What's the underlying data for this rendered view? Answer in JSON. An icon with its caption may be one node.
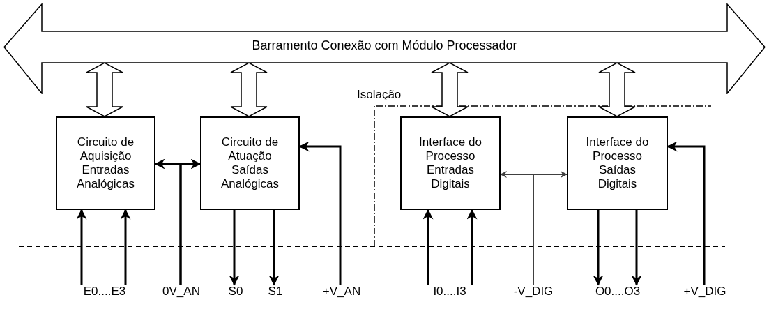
{
  "diagram": {
    "nodes": [
      {
        "text": [
          "Barramento Conexão com Módulo Processador"
        ]
      },
      {
        "text": [
          "Circuito de Aquisição Entradas Analógicas"
        ]
      },
      {
        "text": [
          "Circuito de Atuação Saídas Analógicas"
        ]
      },
      {
        "text": [
          "Interface do Processo Entradas Digitais"
        ]
      },
      {
        "text": [
          "Interface do Processo Saídas Digitais"
        ]
      },
      {
        "text": [
          "E0....E3"
        ]
      },
      {
        "text": [
          "0V_AN"
        ]
      },
      {
        "text": [
          "S0"
        ]
      },
      {
        "text": [
          "S1"
        ]
      },
      {
        "text": [
          "+V_AN"
        ]
      },
      {
        "text": [
          "I0....I3"
        ]
      },
      {
        "text": [
          "-V_DIG"
        ]
      },
      {
        "text": [
          "O0....O3"
        ]
      },
      {
        "text": [
          "+V_DIG"
        ]
      }
    ],
    "edges": [
      {
        "from": 0,
        "to": 1,
        "arrow": "both",
        "style": "thick"
      },
      {
        "from": 0,
        "to": 2,
        "arrow": "both",
        "style": "thick"
      },
      {
        "from": 0,
        "to": 3,
        "arrow": "both",
        "style": "thick"
      },
      {
        "from": 0,
        "to": 4,
        "arrow": "both",
        "style": "thick"
      },
      {
        "from": 5,
        "to": 1,
        "arrow": "to"
      },
      {
        "from": 5,
        "to": 1,
        "arrow": "to"
      },
      {
        "from": 6,
        "to": 1,
        "arrow": "to"
      },
      {
        "from": 6,
        "to": 2,
        "arrow": "to"
      },
      {
        "from": 2,
        "to": 7,
        "arrow": "to"
      },
      {
        "from": 2,
        "to": 8,
        "arrow": "to"
      },
      {
        "from": 9,
        "to": 2,
        "arrow": "to"
      },
      {
        "from": 10,
        "to": 3,
        "arrow": "to"
      },
      {
        "from": 10,
        "to": 3,
        "arrow": "to"
      },
      {
        "from": 11,
        "to": 3,
        "arrow": "to",
        "color": "#404040"
      },
      {
        "from": 11,
        "to": 4,
        "arrow": "to",
        "color": "#404040"
      },
      {
        "from": 4,
        "to": 12,
        "arrow": "to"
      },
      {
        "from": 4,
        "to": 12,
        "arrow": "to"
      },
      {
        "from": 13,
        "to": 4,
        "arrow": "to"
      }
    ],
    "labels": [
      "Isolação"
    ]
  }
}
